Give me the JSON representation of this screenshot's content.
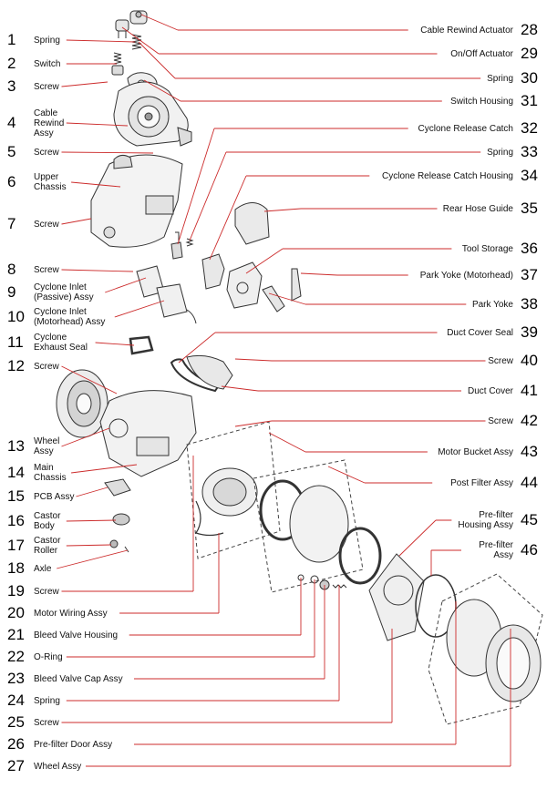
{
  "colors": {
    "leader": "#cc2b2b",
    "outline": "#333333",
    "dashed": "#444444"
  },
  "left_parts": [
    {
      "num": "1",
      "label": "Spring"
    },
    {
      "num": "2",
      "label": "Switch"
    },
    {
      "num": "3",
      "label": "Screw"
    },
    {
      "num": "4",
      "label": "Cable\nRewind\nAssy"
    },
    {
      "num": "5",
      "label": "Screw"
    },
    {
      "num": "6",
      "label": "Upper\nChassis"
    },
    {
      "num": "7",
      "label": "Screw"
    },
    {
      "num": "8",
      "label": "Screw"
    },
    {
      "num": "9",
      "label": "Cyclone Inlet\n(Passive) Assy"
    },
    {
      "num": "10",
      "label": "Cyclone Inlet\n(Motorhead) Assy"
    },
    {
      "num": "11",
      "label": "Cyclone\nExhaust Seal"
    },
    {
      "num": "12",
      "label": "Screw"
    },
    {
      "num": "13",
      "label": "Wheel\nAssy"
    },
    {
      "num": "14",
      "label": "Main\nChassis"
    },
    {
      "num": "15",
      "label": "PCB Assy"
    },
    {
      "num": "16",
      "label": "Castor\nBody"
    },
    {
      "num": "17",
      "label": "Castor\nRoller"
    },
    {
      "num": "18",
      "label": "Axle"
    },
    {
      "num": "19",
      "label": "Screw"
    },
    {
      "num": "20",
      "label": "Motor Wiring Assy"
    },
    {
      "num": "21",
      "label": "Bleed Valve Housing"
    },
    {
      "num": "22",
      "label": "O-Ring"
    },
    {
      "num": "23",
      "label": "Bleed Valve Cap Assy"
    },
    {
      "num": "24",
      "label": "Spring"
    },
    {
      "num": "25",
      "label": "Screw"
    },
    {
      "num": "26",
      "label": "Pre-filter Door Assy"
    },
    {
      "num": "27",
      "label": "Wheel Assy"
    }
  ],
  "right_parts": [
    {
      "num": "28",
      "label": "Cable Rewind Actuator"
    },
    {
      "num": "29",
      "label": "On/Off Actuator"
    },
    {
      "num": "30",
      "label": "Spring"
    },
    {
      "num": "31",
      "label": "Switch Housing"
    },
    {
      "num": "32",
      "label": "Cyclone Release Catch"
    },
    {
      "num": "33",
      "label": "Spring"
    },
    {
      "num": "34",
      "label": "Cyclone Release Catch Housing"
    },
    {
      "num": "35",
      "label": "Rear Hose Guide"
    },
    {
      "num": "36",
      "label": "Tool Storage"
    },
    {
      "num": "37",
      "label": "Park Yoke (Motorhead)"
    },
    {
      "num": "38",
      "label": "Park Yoke"
    },
    {
      "num": "39",
      "label": "Duct Cover Seal"
    },
    {
      "num": "40",
      "label": "Screw"
    },
    {
      "num": "41",
      "label": "Duct Cover"
    },
    {
      "num": "42",
      "label": "Screw"
    },
    {
      "num": "43",
      "label": "Motor Bucket Assy"
    },
    {
      "num": "44",
      "label": "Post Filter Assy"
    },
    {
      "num": "45",
      "label": "Pre-filter\nHousing Assy"
    },
    {
      "num": "46",
      "label": "Pre-filter\nAssy"
    }
  ]
}
